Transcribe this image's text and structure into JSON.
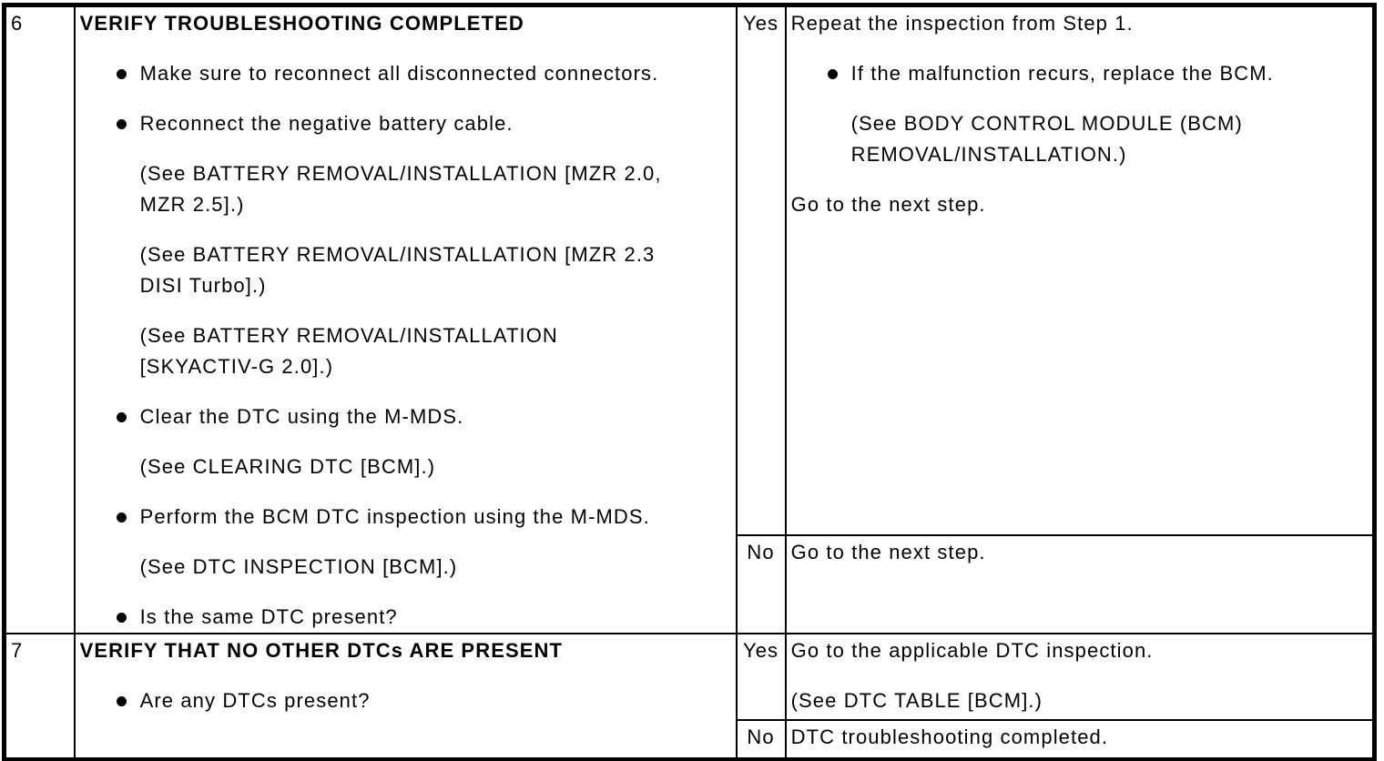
{
  "rows": [
    {
      "step": "6",
      "action": {
        "heading": "VERIFY TROUBLESHOOTING COMPLETED",
        "items": [
          {
            "type": "bullet",
            "text": "Make sure to reconnect all disconnected connectors."
          },
          {
            "type": "bullet",
            "text": "Reconnect the negative battery cable."
          },
          {
            "type": "note",
            "text": "(See BATTERY REMOVAL/INSTALLATION [MZR 2.0,\nMZR 2.5].)"
          },
          {
            "type": "note",
            "text": "(See BATTERY REMOVAL/INSTALLATION [MZR 2.3\nDISI Turbo].)"
          },
          {
            "type": "note",
            "text": "(See BATTERY REMOVAL/INSTALLATION\n[SKYACTIV-G 2.0].)"
          },
          {
            "type": "bullet",
            "text": "Clear the DTC using the M-MDS."
          },
          {
            "type": "note",
            "text": "(See CLEARING DTC [BCM].)"
          },
          {
            "type": "bullet",
            "text": "Perform the BCM DTC inspection using the M-MDS."
          },
          {
            "type": "note",
            "text": "(See DTC INSPECTION [BCM].)"
          },
          {
            "type": "bullet",
            "text": "Is the same DTC present?"
          }
        ]
      },
      "yes": {
        "label": "Yes",
        "items": [
          {
            "type": "plain",
            "text": "Repeat the inspection from Step 1."
          },
          {
            "type": "bullet",
            "text": "If the malfunction recurs, replace the BCM."
          },
          {
            "type": "note",
            "text": "(See BODY CONTROL MODULE (BCM)\nREMOVAL/INSTALLATION.)"
          },
          {
            "type": "plain",
            "text": "Go to the next step."
          }
        ]
      },
      "no": {
        "label": "No",
        "items": [
          {
            "type": "plain",
            "text": "Go to the next step."
          }
        ]
      }
    },
    {
      "step": "7",
      "action": {
        "heading": "VERIFY THAT NO OTHER DTCs ARE PRESENT",
        "items": [
          {
            "type": "bullet",
            "text": "Are any DTCs present?"
          }
        ]
      },
      "yes": {
        "label": "Yes",
        "items": [
          {
            "type": "plain",
            "text": "Go to the applicable DTC inspection."
          },
          {
            "type": "plain",
            "text": "(See DTC TABLE [BCM].)"
          }
        ]
      },
      "no": {
        "label": "No",
        "items": [
          {
            "type": "plain",
            "text": "DTC troubleshooting completed."
          }
        ]
      }
    }
  ]
}
